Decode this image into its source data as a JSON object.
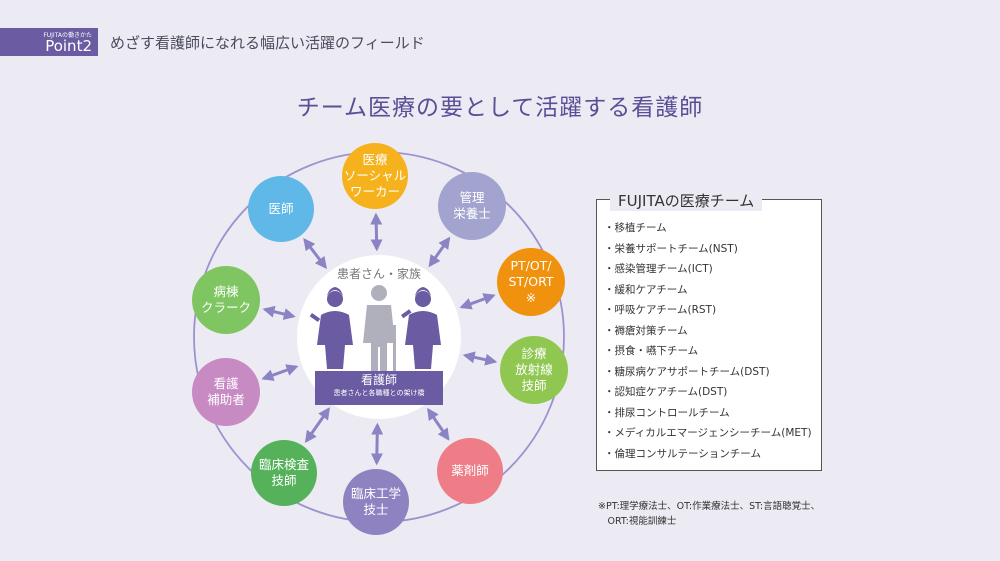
{
  "header": {
    "badge_small": "FUJITAの働きかた",
    "badge_big": "Point2",
    "title": "めざす看護師になれる幅広い活躍のフィールド"
  },
  "main_title": "チーム医療の要として活躍する看護師",
  "center": {
    "label": "患者さん・家族",
    "role": "看護師",
    "role_sub": "患者さんと各職種との架け橋"
  },
  "nodes": [
    {
      "id": "social-worker",
      "label": "医療\nソーシャル\nワーカー",
      "color": "#f6b21c"
    },
    {
      "id": "dietitian",
      "label": "管理\n栄養士",
      "color": "#a3a3cf"
    },
    {
      "id": "therapist",
      "label": "PT/OT/\nST/ORT\n※",
      "color": "#f0920d"
    },
    {
      "id": "radiology",
      "label": "診療\n放射線\n技師",
      "color": "#8fc750"
    },
    {
      "id": "pharmacist",
      "label": "薬剤師",
      "color": "#ee7d87"
    },
    {
      "id": "clinical-engineer",
      "label": "臨床工学\n技士",
      "color": "#8e82c0"
    },
    {
      "id": "lab-tech",
      "label": "臨床検査\n技師",
      "color": "#56b15b"
    },
    {
      "id": "nursing-assistant",
      "label": "看護\n補助者",
      "color": "#c78ac2"
    },
    {
      "id": "ward-clerk",
      "label": "病棟\nクラーク",
      "color": "#7fc662"
    },
    {
      "id": "doctor",
      "label": "医師",
      "color": "#5fb8e8"
    }
  ],
  "legend": {
    "title": "FUJITAの医療チーム",
    "items": [
      "・移植チーム",
      "・栄養サポートチーム(NST)",
      "・感染管理チーム(ICT)",
      "・緩和ケアチーム",
      "・呼吸ケアチーム(RST)",
      "・褥瘡対策チーム",
      "・摂食・嚥下チーム",
      "・糖尿病ケアサポートチーム(DST)",
      "・認知症ケアチーム(DST)",
      "・排尿コントロールチーム",
      "・メディカルエマージェンシーチーム(MET)",
      "・倫理コンサルテーションチーム"
    ]
  },
  "footnote": "※PT:理学療法士、OT:作業療法士、ST:言語聴覚士、\n　ORT:視能訓練士",
  "colors": {
    "accent": "#6a5ba3",
    "ring": "#9c92cf",
    "arrow": "#8a83c4",
    "background": "#ecebf3"
  }
}
